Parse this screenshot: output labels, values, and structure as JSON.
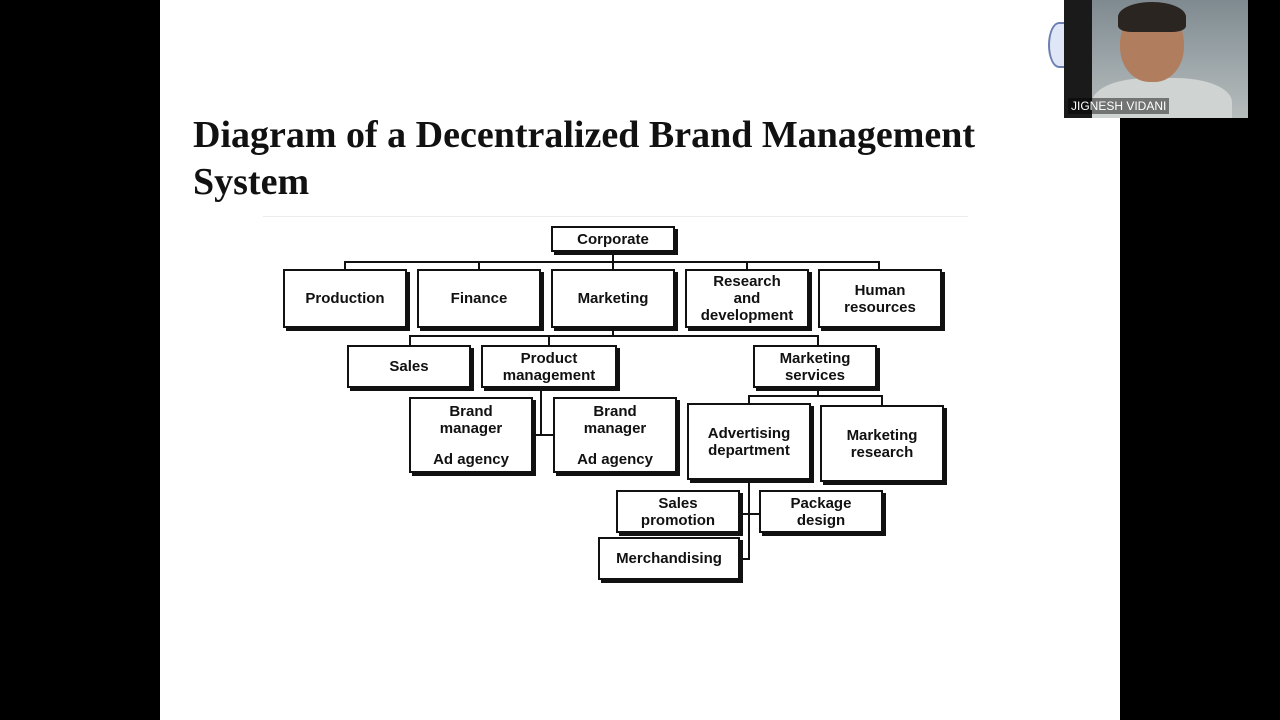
{
  "slide": {
    "title": "Diagram of a Decentralized Brand Management System"
  },
  "org_chart": {
    "corporate": "Corporate",
    "departments": {
      "production": "Production",
      "finance": "Finance",
      "marketing": "Marketing",
      "research": "Research\nand\ndevelopment",
      "human_resources": "Human\nresources"
    },
    "marketing_units": {
      "sales": "Sales",
      "product_management": "Product\nmanagement",
      "marketing_services": "Marketing\nservices"
    },
    "brand_units": [
      {
        "manager": "Brand\nmanager",
        "agency": "Ad agency"
      },
      {
        "manager": "Brand\nmanager",
        "agency": "Ad agency"
      }
    ],
    "services": {
      "advertising": "Advertising\ndepartment",
      "marketing_research": "Marketing\nresearch"
    },
    "advertising_units": {
      "sales_promotion": "Sales\npromotion",
      "package_design": "Package\ndesign",
      "merchandising": "Merchandising"
    }
  },
  "video": {
    "participant_name": "JIGNESH VIDANI"
  }
}
